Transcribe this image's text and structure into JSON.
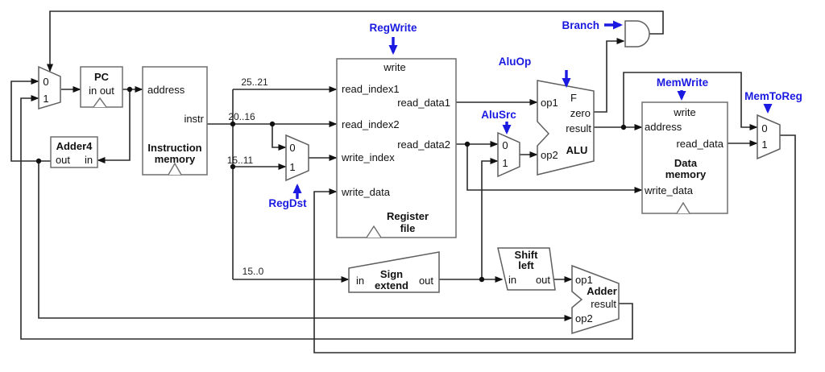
{
  "colors": {
    "control_signal": "#1a1ae0",
    "wire": "#2b2b2b"
  },
  "mux": {
    "zero": "0",
    "one": "1"
  },
  "control_signals": {
    "branch": "Branch",
    "reg_write": "RegWrite",
    "alu_op": "AluOp",
    "alu_src": "AluSrc",
    "reg_dst": "RegDst",
    "mem_write": "MemWrite",
    "mem_to_reg": "MemToReg"
  },
  "instruction_fields": {
    "rs": "25..21",
    "rt": "20..16",
    "rd": "15..11",
    "imm": "15..0"
  },
  "pc": {
    "title": "PC",
    "ports": "in out"
  },
  "adder4": {
    "title": "Adder4",
    "port_out": "out",
    "port_in": "in"
  },
  "instruction_memory": {
    "port_address": "address",
    "port_instr": "instr",
    "name1": "Instruction",
    "name2": "memory"
  },
  "register_file": {
    "port_write": "write",
    "port_read_index1": "read_index1",
    "port_read_data1": "read_data1",
    "port_read_index2": "read_index2",
    "port_read_data2": "read_data2",
    "port_write_index": "write_index",
    "port_write_data": "write_data",
    "name1": "Register",
    "name2": "file"
  },
  "alu": {
    "port_op1": "op1",
    "port_f": "F",
    "port_zero": "zero",
    "port_result": "result",
    "port_op2": "op2",
    "name": "ALU"
  },
  "data_memory": {
    "port_write": "write",
    "port_address": "address",
    "port_read_data": "read_data",
    "port_write_data": "write_data",
    "name1": "Data",
    "name2": "memory"
  },
  "sign_extend": {
    "port_in": "in",
    "port_out": "out",
    "name1": "Sign",
    "name2": "extend"
  },
  "shift_left": {
    "name1": "Shift",
    "name2": "left",
    "port_in": "in",
    "port_out": "out"
  },
  "adder": {
    "port_op1": "op1",
    "port_op2": "op2",
    "port_result": "result",
    "name": "Adder"
  }
}
